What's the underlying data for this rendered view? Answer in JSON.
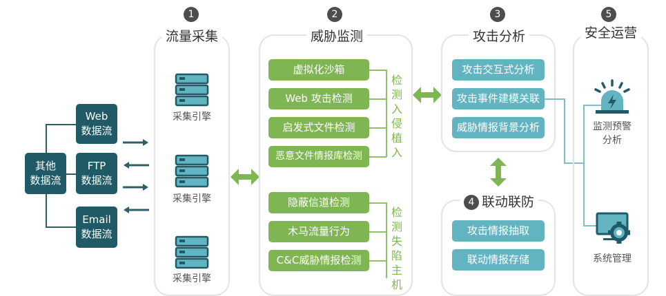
{
  "sources": {
    "other": {
      "line1": "其他",
      "line2": "数据流"
    },
    "web": {
      "line1": "Web",
      "line2": "数据流"
    },
    "ftp": {
      "line1": "FTP",
      "line2": "数据流"
    },
    "email": {
      "line1": "Email",
      "line2": "数据流"
    }
  },
  "columns": [
    {
      "number": "1",
      "title": "流量采集",
      "engines": [
        "采集引擎",
        "采集引擎",
        "采集引擎"
      ]
    },
    {
      "number": "2",
      "title": "威胁监测",
      "group1": {
        "items": [
          "虚拟化沙箱",
          "Web 攻击检测",
          "启发式文件检测",
          "恶意文件情报库检测"
        ],
        "label": "检测入侵植入"
      },
      "group2": {
        "items": [
          "隐蔽信道检测",
          "木马流量行为",
          "C&C威胁情报检测"
        ],
        "label": "检测失陷主机"
      }
    },
    {
      "number": "3",
      "title": "攻击分析",
      "items": [
        "攻击交互式分析",
        "攻击事件建模关联",
        "威胁情报背景分析"
      ]
    },
    {
      "number": "4",
      "title": "联动联防",
      "items": [
        "攻击情报抽取",
        "联动情报存储"
      ]
    },
    {
      "number": "5",
      "title": "安全运营",
      "modules": [
        {
          "icon": "alarm-icon",
          "line1": "监测预警",
          "line2": "分析"
        },
        {
          "icon": "monitor-gear-icon",
          "line1": "系统管理"
        }
      ]
    }
  ],
  "colors": {
    "dark_teal": "#1f5a66",
    "green": "#7fb552",
    "light_teal": "#62b4c1",
    "frame": "#e3e3e3"
  }
}
